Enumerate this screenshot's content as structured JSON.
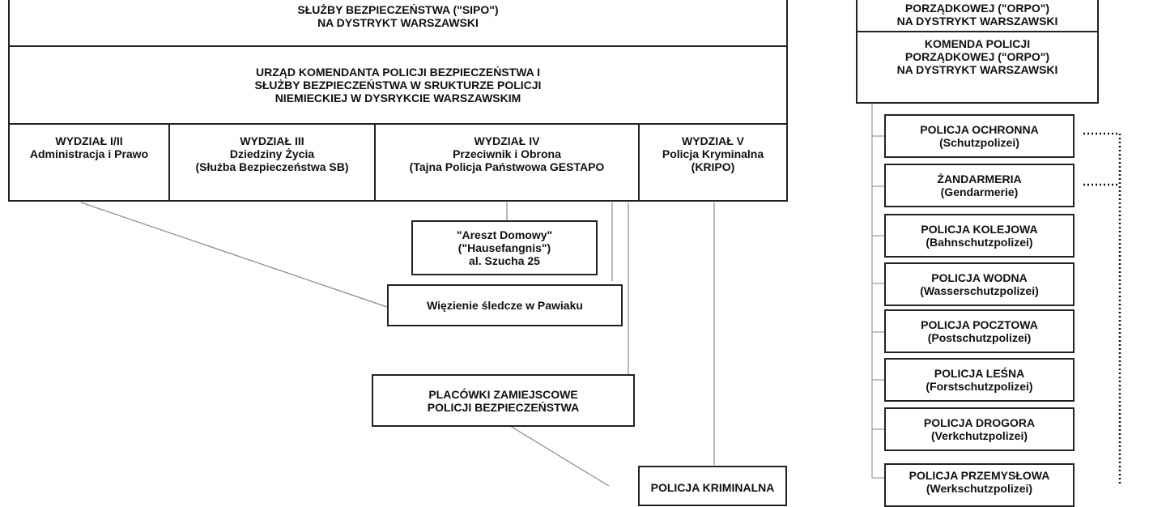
{
  "left": {
    "top_box": [
      "SŁUŻBY BEZPIECZEŃSTWA (\"SIPO\")",
      "NA DYSTRYKT WARSZAWSKI"
    ],
    "office_box": [
      "URZĄD KOMENDANTA POLICJI BEZPIECZEŃSTWA I",
      "SŁUŻBY BEZPIECZEŃSTWA W SRUKTURZE POLICJI",
      "NIEMIECKIEJ W DYSRYKCIE WARSZAWSKIM"
    ],
    "departments": [
      {
        "title": "WYDZIAŁ I/II",
        "lines": [
          "Administracja i Prawo"
        ]
      },
      {
        "title": "WYDZIAŁ III",
        "lines": [
          "Dziedziny Życia",
          "(Służba Bezpieczeństwa SB)"
        ]
      },
      {
        "title": "WYDZIAŁ IV",
        "lines": [
          "Przeciwnik i Obrona",
          "(Tajna Policja Państwowa GESTAPO"
        ]
      },
      {
        "title": "WYDZIAŁ V",
        "lines": [
          "Policja Kryminalna",
          "(KRIPO)"
        ]
      }
    ],
    "arrest_box": [
      "\"Areszt Domowy\"",
      "(\"Hausefangnis\")",
      "al. Szucha 25"
    ],
    "prison_box": [
      "Więzienie śledcze w Pawiaku"
    ],
    "outposts_box": [
      "PLACÓWKI ZAMIEJSCOWE",
      "POLICJI BEZPIECZEŃSTWA"
    ],
    "bottom_partial": [
      "POLICJA KRIMINALNA"
    ]
  },
  "right": {
    "top_box": [
      "PORZĄDKOWEJ (\"ORPO\")",
      "NA DYSTRYKT WARSZAWSKI"
    ],
    "command_box": [
      "KOMENDA POLICJI",
      "PORZĄDKOWEJ (\"ORPO\")",
      "NA DYSTRYKT WARSZAWSKI"
    ],
    "units": [
      {
        "name": "POLICJA OCHRONNA",
        "sub": "(Schutzpolizei)"
      },
      {
        "name": "ŻANDARMERIA",
        "sub": "(Gendarmerie)"
      },
      {
        "name": "POLICJA KOLEJOWA",
        "sub": "(Bahnschutzpolizei)"
      },
      {
        "name": "POLICJA WODNA",
        "sub": "(Wasserschutzpolizei)"
      },
      {
        "name": "POLICJA POCZTOWA",
        "sub": "(Postschutzpolizei)"
      },
      {
        "name": "POLICJA LEŚNA",
        "sub": "(Forstschutzpolizei)"
      },
      {
        "name": "POLICJA DROGORA",
        "sub": "(Verkchutzpolizei)"
      },
      {
        "name": "POLICJA PRZEMYSŁOWA",
        "sub": "(Werkschutzpolizei)"
      }
    ]
  }
}
